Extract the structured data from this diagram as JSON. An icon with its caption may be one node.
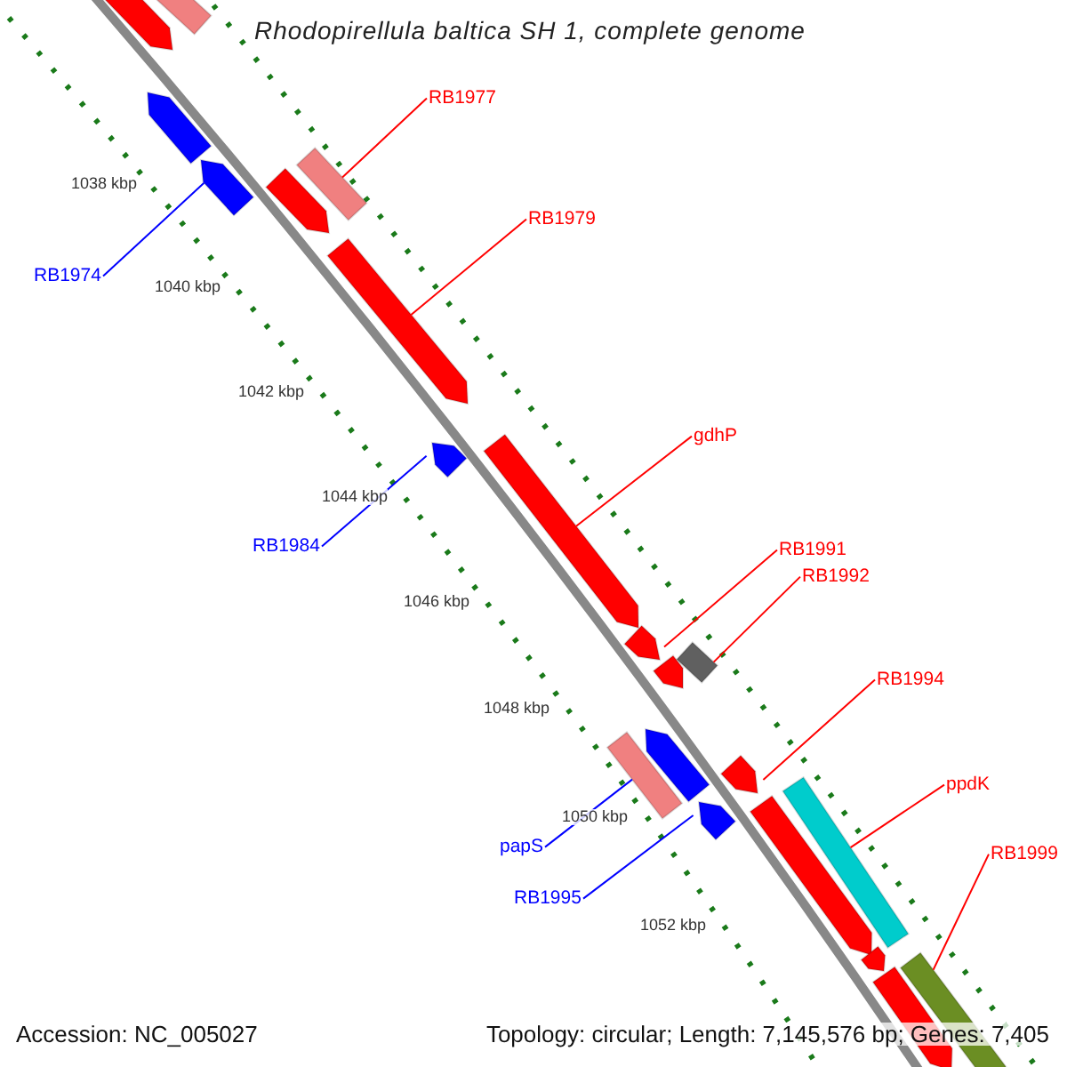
{
  "diagram": {
    "title": "Rhodopirellula baltica SH 1, complete genome",
    "nodes": [
      {
        "text": [
          "RB1977"
        ]
      },
      {
        "text": [
          "RB1979"
        ]
      },
      {
        "text": [
          "gdhP"
        ]
      },
      {
        "text": [
          "RB1991"
        ]
      },
      {
        "text": [
          "RB1992"
        ]
      },
      {
        "text": [
          "RB1994"
        ]
      },
      {
        "text": [
          "ppdK"
        ]
      },
      {
        "text": [
          "RB1999"
        ]
      },
      {
        "text": [
          "RB1974"
        ]
      },
      {
        "text": [
          "RB1984"
        ]
      },
      {
        "text": [
          "papS"
        ]
      },
      {
        "text": [
          "RB1995"
        ]
      },
      {
        "text": [],
        "shape": "bar"
      },
      {
        "text": [],
        "shape": "bar"
      },
      {
        "text": [],
        "shape": "bar"
      },
      {
        "text": [],
        "shape": "bar"
      },
      {
        "text": [],
        "shape": "bar"
      },
      {
        "text": [],
        "shape": "bar"
      },
      {
        "text": [],
        "shape": "bar"
      },
      {
        "text": [],
        "shape": "bar"
      },
      {
        "text": [],
        "shape": "bar"
      },
      {
        "text": [],
        "shape": "bar"
      },
      {
        "text": [],
        "shape": "bar"
      },
      {
        "text": [],
        "shape": "bar"
      },
      {
        "text": [],
        "shape": "bar"
      },
      {
        "text": [],
        "shape": "bar"
      },
      {
        "text": [],
        "shape": "bar"
      },
      {
        "text": [],
        "shape": "bar"
      },
      {
        "text": [],
        "shape": "bar"
      },
      {
        "text": [],
        "shape": "bar"
      },
      {
        "text": [],
        "shape": "bar"
      },
      {
        "text": [],
        "shape": "bar"
      },
      {
        "text": [],
        "shape": "bar"
      }
    ],
    "edges": [
      {
        "from": 0,
        "to": 16,
        "arrow": "none"
      },
      {
        "from": 1,
        "to": 18,
        "arrow": "none"
      },
      {
        "from": 2,
        "to": 20,
        "arrow": "none"
      },
      {
        "from": 3,
        "to": 21,
        "arrow": "none"
      },
      {
        "from": 4,
        "to": 22,
        "arrow": "none"
      },
      {
        "from": 5,
        "to": 26,
        "arrow": "none"
      },
      {
        "from": 6,
        "to": 27,
        "arrow": "none"
      },
      {
        "from": 7,
        "to": 31,
        "arrow": "none"
      },
      {
        "from": 8,
        "to": 15,
        "arrow": "none",
        "color": "#0000ff"
      },
      {
        "from": 9,
        "to": 19,
        "arrow": "none",
        "color": "#0000ff"
      },
      {
        "from": 10,
        "to": 25,
        "arrow": "none",
        "color": "#0000ff"
      },
      {
        "from": 11,
        "to": 28,
        "arrow": "none",
        "color": "#0000ff"
      }
    ],
    "labels": [
      "1038 kbp",
      "1040 kbp",
      "1042 kbp",
      "1044 kbp",
      "1046 kbp",
      "1048 kbp",
      "1050 kbp",
      "1052 kbp",
      "Accession: NC_005027",
      "Topology: circular; Length: 7,145,576 bp; Genes: 7,405"
    ]
  }
}
